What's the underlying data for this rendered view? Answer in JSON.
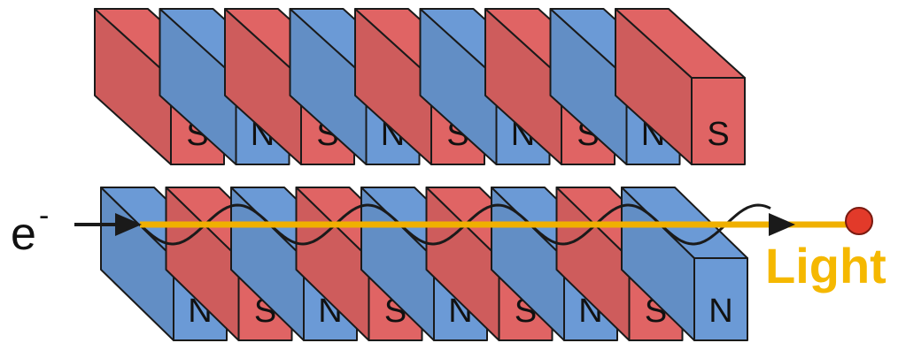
{
  "colors": {
    "pole_s": "#e06464",
    "pole_n": "#6b9ad6",
    "light_beam": "#f0b000",
    "electron_dot": "#e23a2a",
    "outline": "#1a1a1a"
  },
  "top_row": {
    "poles": [
      "S",
      "N",
      "S",
      "N",
      "S",
      "N",
      "S",
      "N",
      "S"
    ]
  },
  "bottom_row": {
    "poles": [
      "N",
      "S",
      "N",
      "S",
      "N",
      "S",
      "N",
      "S",
      "N"
    ]
  },
  "labels": {
    "electron": "e",
    "electron_sup": "-",
    "light": "Light"
  }
}
